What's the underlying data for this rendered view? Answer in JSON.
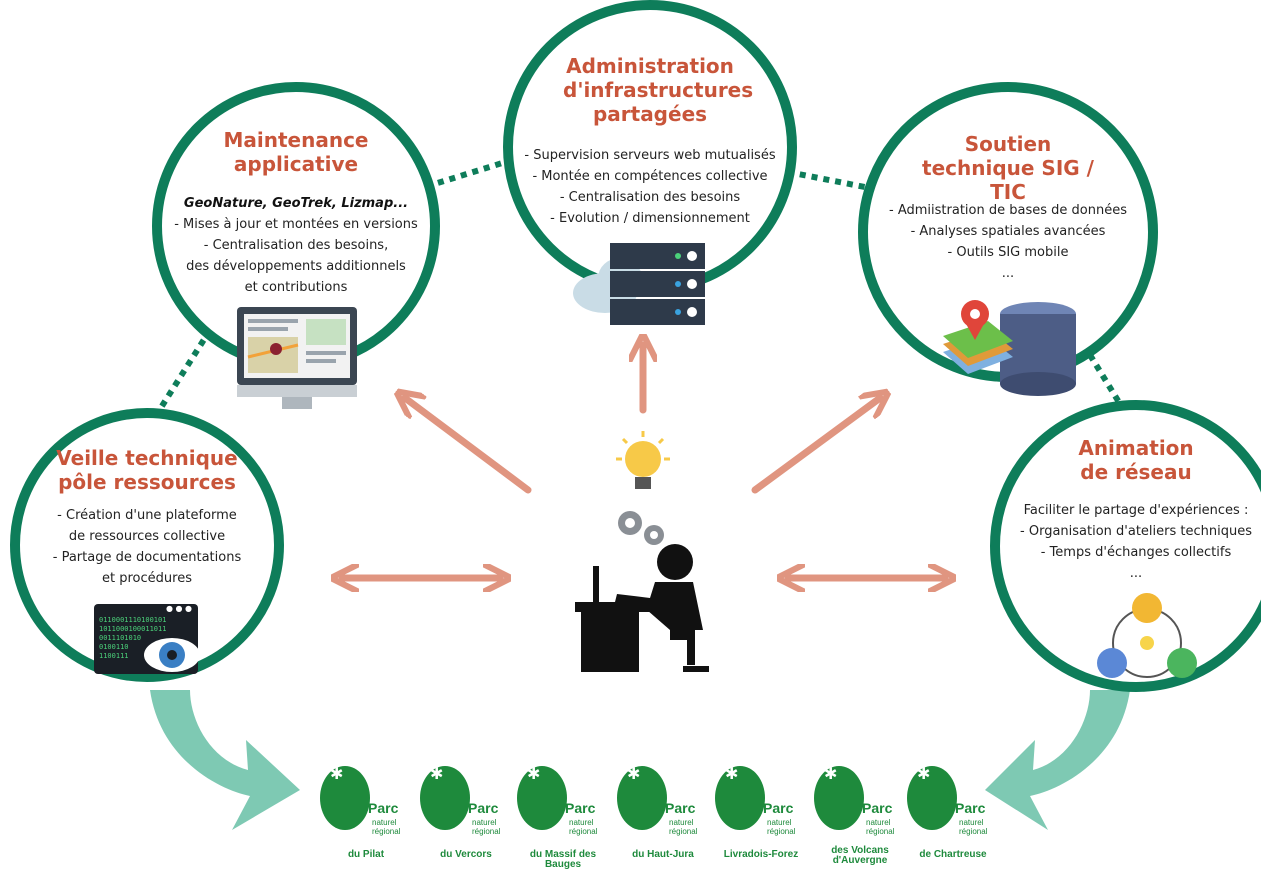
{
  "center": {
    "title": "Administration d'infrastructures partagées",
    "items": [
      "- Supervision serveurs web mutualisés",
      "- Montée en compétences collective",
      "- Centralisation des besoins",
      "- Evolution / dimensionnement"
    ]
  },
  "left_top": {
    "title": "Maintenance applicative",
    "tools": "GeoNature, GeoTrek, Lizmap...",
    "items": [
      "- Mises à jour et montées en versions",
      "- Centralisation des besoins,",
      "des développements additionnels",
      "et contributions"
    ]
  },
  "right_top": {
    "title": "Soutien technique SIG / TIC",
    "items": [
      "- Admiistration de bases de données",
      "- Analyses spatiales avancées",
      "- Outils SIG mobile",
      "..."
    ]
  },
  "left_bottom": {
    "title": "Veille technique pôle ressources",
    "items": [
      "- Création d'une plateforme",
      "de ressources collective",
      "- Partage de documentations",
      "et procédures"
    ]
  },
  "right_bottom": {
    "title": "Animation de réseau",
    "items": [
      "Faciliter le partage d'expériences :",
      "- Organisation d'ateliers techniques",
      "- Temps d'échanges collectifs",
      "..."
    ]
  },
  "code_lines": [
    "0110001110100101",
    "1011000100011011",
    "0011101010",
    "0100110",
    "1100111"
  ],
  "parcs": [
    {
      "parc": "Parc",
      "nr": "naturel régional",
      "name": "du Pilat"
    },
    {
      "parc": "Parc",
      "nr": "naturel régional",
      "name": "du Vercors"
    },
    {
      "parc": "Parc",
      "nr": "naturel régional",
      "name": "du Massif des Bauges"
    },
    {
      "parc": "Parc",
      "nr": "naturel régional",
      "name": "du Haut-Jura"
    },
    {
      "parc": "Parc",
      "nr": "naturel régional",
      "name": "Livradois-Forez"
    },
    {
      "parc": "Parc",
      "nr": "naturel régional",
      "name": "des Volcans d'Auvergne"
    },
    {
      "parc": "Parc",
      "nr": "naturel régional",
      "name": "de Chartreuse"
    }
  ],
  "colors": {
    "green": "#0e7d5a",
    "title": "#c8553a",
    "arrow": "#e09580",
    "teal": "#7ec9b3",
    "logo_green": "#1e8a3c"
  }
}
